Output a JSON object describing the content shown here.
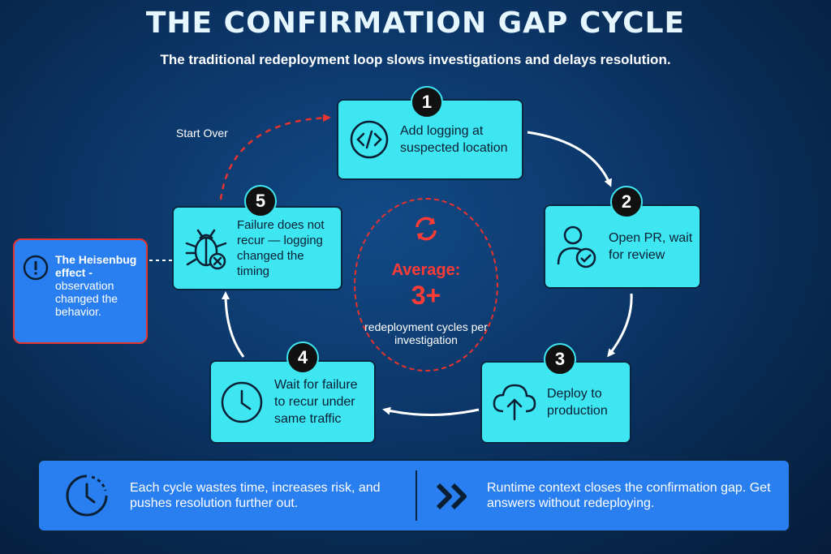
{
  "header": {
    "title": "THE CONFIRMATION GAP CYCLE",
    "subtitle": "The traditional redeployment loop slows investigations and delays resolution."
  },
  "steps": [
    {
      "number": "1",
      "text": "Add logging at suspected location",
      "icon": "code-icon"
    },
    {
      "number": "2",
      "text": "Open PR, wait for review",
      "icon": "user-check-icon"
    },
    {
      "number": "3",
      "text": "Deploy to production",
      "icon": "cloud-upload-icon"
    },
    {
      "number": "4",
      "text": "Wait for failure to recur under same traffic",
      "icon": "clock-icon"
    },
    {
      "number": "5",
      "text": "Failure does not recur — logging changed the timing",
      "icon": "bug-icon"
    }
  ],
  "center": {
    "label": "Average:",
    "value": "3+",
    "caption": "redeployment cycles per investigation"
  },
  "loop_label": "Start Over",
  "callout": {
    "bold": "The Heisenbug effect -",
    "text": "observation changed the behavior."
  },
  "footer": {
    "left_text": "Each cycle wastes time, increases risk, and pushes resolution further out.",
    "right_text": "Runtime context closes the confirmation gap. Get answers without redeploying."
  },
  "colors": {
    "box": "#3ee6f2",
    "accent_red": "#e5332f",
    "footer": "#2a7ff0",
    "background": "#0b3566"
  }
}
